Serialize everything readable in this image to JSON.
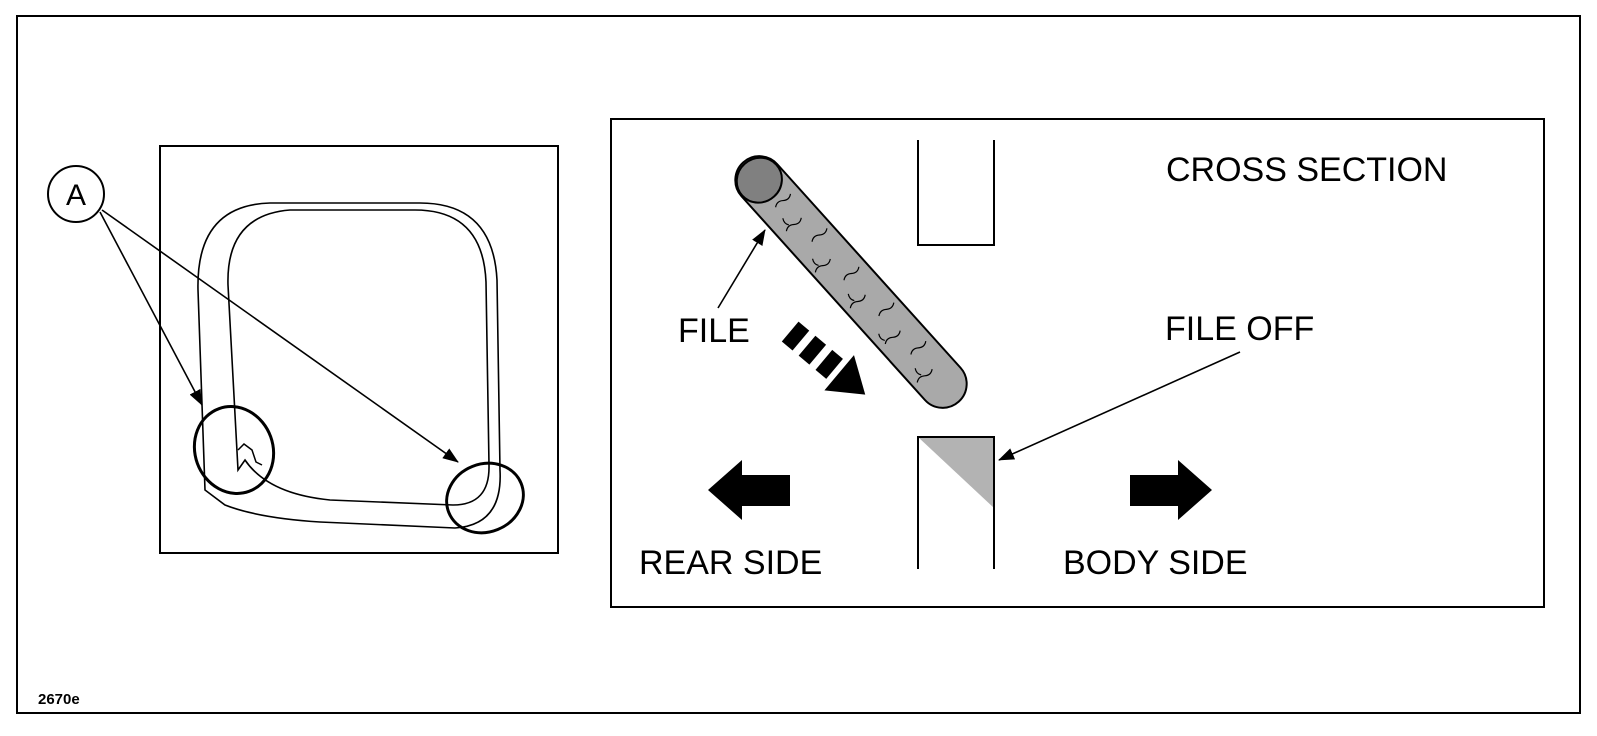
{
  "figure": {
    "id_label": "2670e"
  },
  "left_view": {
    "callout_letter": "A"
  },
  "cross_section": {
    "title": "CROSS SECTION",
    "file_label": "FILE",
    "file_off_label": "FILE OFF",
    "rear_side_label": "REAR SIDE",
    "body_side_label": "BODY SIDE"
  },
  "colors": {
    "line": "#000000",
    "file_fill": "#a9a9a9",
    "file_end": "#808080",
    "filed_area": "#b3b3b3"
  }
}
